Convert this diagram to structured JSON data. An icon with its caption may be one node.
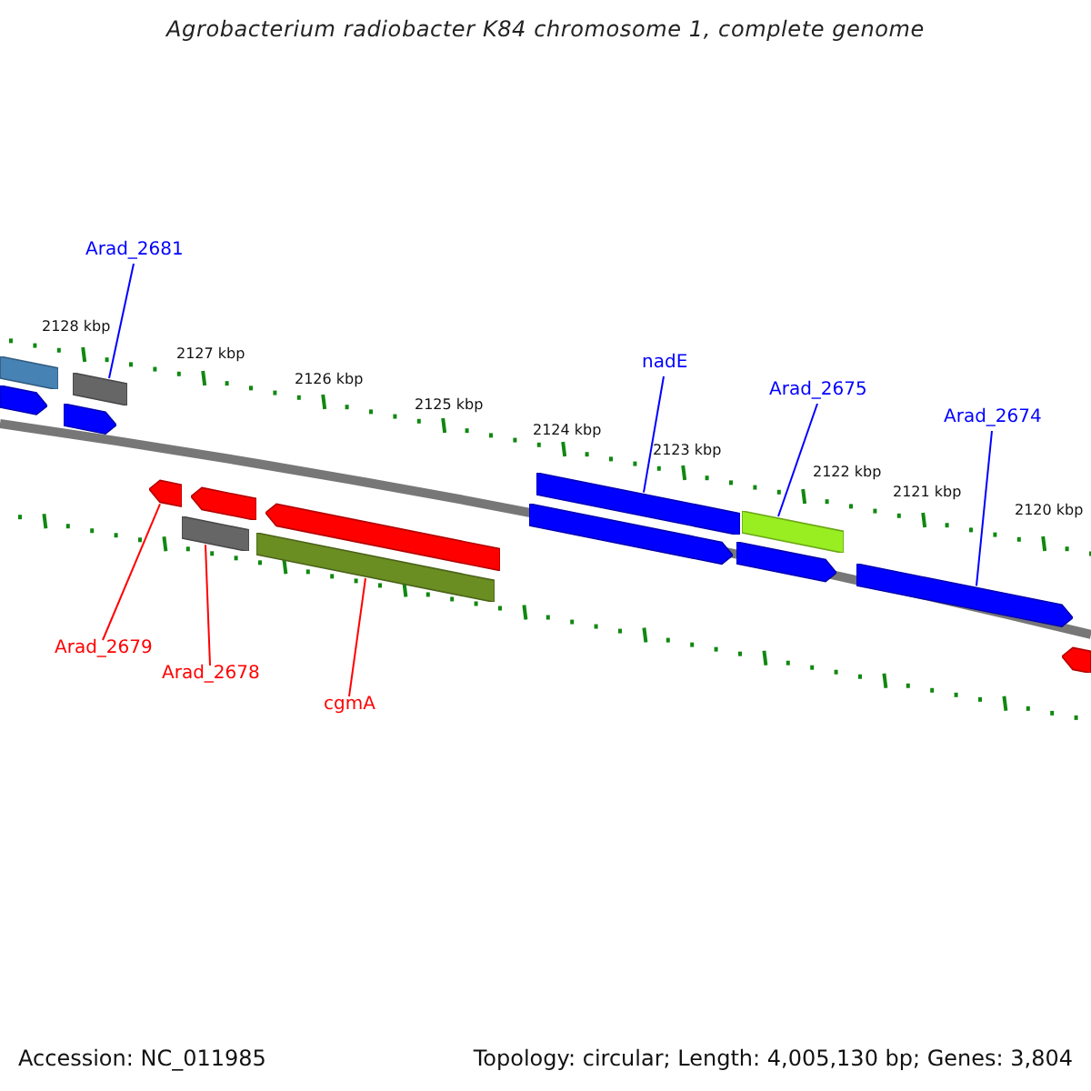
{
  "diagram": {
    "title": "Agrobacterium radiobacter K84 chromosome 1, complete genome",
    "nodes": [
      {
        "text": [
          "Arad_2681"
        ]
      },
      {
        "text": [
          "nadE"
        ]
      },
      {
        "text": [
          "Arad_2675"
        ]
      },
      {
        "text": [
          "Arad_2674"
        ]
      },
      {
        "text": [
          "Arad_2679"
        ]
      },
      {
        "text": [
          "Arad_2678"
        ]
      },
      {
        "text": [
          "cgmA"
        ]
      },
      {
        "text": [],
        "shape": "bar"
      },
      {
        "text": [],
        "shape": "bar"
      },
      {
        "text": [],
        "shape": "pentagon"
      },
      {
        "text": [],
        "shape": "pentagon"
      },
      {
        "text": [],
        "shape": "bar"
      },
      {
        "text": [],
        "shape": "pentagon"
      },
      {
        "text": [],
        "shape": "bar"
      },
      {
        "text": [],
        "shape": "pentagon"
      },
      {
        "text": [],
        "shape": "pentagon"
      },
      {
        "text": [],
        "shape": "pentagon"
      },
      {
        "text": [],
        "shape": "pentagon"
      },
      {
        "text": [],
        "shape": "bar"
      },
      {
        "text": [],
        "shape": "pentagon"
      },
      {
        "text": [],
        "shape": "bar"
      },
      {
        "text": [],
        "shape": "pentagon"
      }
    ],
    "edges": [
      {
        "from": 0,
        "to": 8,
        "arrow": "none"
      },
      {
        "from": 1,
        "to": 11,
        "arrow": "none"
      },
      {
        "from": 2,
        "to": 13,
        "arrow": "none"
      },
      {
        "from": 3,
        "to": 15,
        "arrow": "none"
      },
      {
        "from": 4,
        "to": 16,
        "arrow": "none",
        "color": "#ff0000"
      },
      {
        "from": 5,
        "to": 18,
        "arrow": "none",
        "color": "#ff0000"
      },
      {
        "from": 6,
        "to": 20,
        "arrow": "none",
        "color": "#ff0000"
      }
    ],
    "labels": [
      "2128 kbp",
      "2127 kbp",
      "2126 kbp",
      "2125 kbp",
      "2124 kbp",
      "2123 kbp",
      "2122 kbp",
      "2121 kbp",
      "2120 kbp",
      "Accession: NC_011985",
      "Topology: circular; Length: 4,005,130 bp; Genes: 3,804"
    ]
  }
}
